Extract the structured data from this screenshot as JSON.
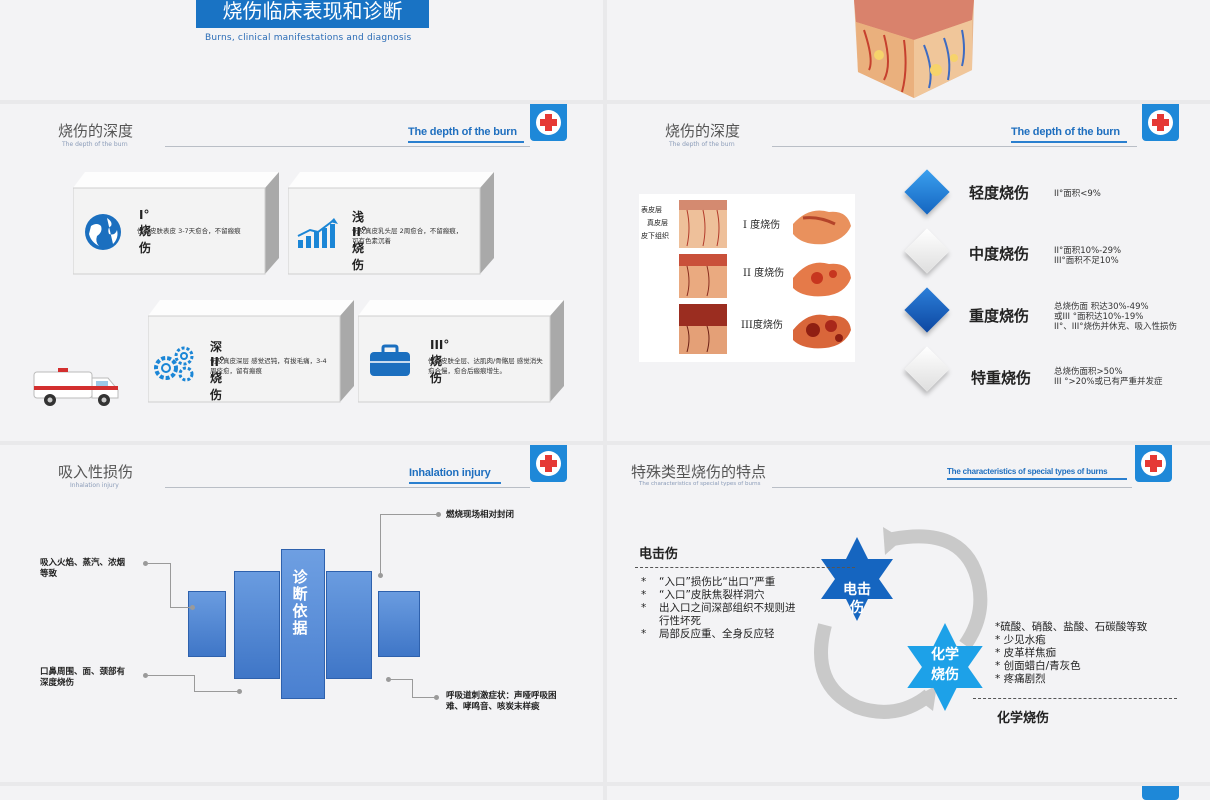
{
  "slide0": {
    "title": "烧伤临床表现和诊断",
    "subtitle": "Burns, clinical manifestations and diagnosis"
  },
  "slide2": {
    "title": "烧伤的深度",
    "subtitle": "The depth of the burn",
    "title_en": "The depth of the burn",
    "boxes": [
      {
        "title": "I°烧伤",
        "desc": "伤及皮肤表皮    3-7天愈合，不留瘢痕",
        "icon": "globe-icon"
      },
      {
        "title": "浅II°烧伤",
        "desc": "伤及真皮乳头层    2周愈合，不留瘢痕，可有色素沉着",
        "icon": "growth-chart-icon"
      },
      {
        "title": "深II°烧伤",
        "desc": "伤及真皮深层    感觉迟钝，有拔毛痛，3-4周痊愈，留有瘢痕",
        "icon": "gears-icon"
      },
      {
        "title": "III°烧伤",
        "desc": "伤及皮肤全层、达肌肉/骨骼层 感觉消失 愈合慢，愈合后瘢痕增生。",
        "icon": "briefcase-icon"
      }
    ]
  },
  "slide3": {
    "title": "烧伤的深度",
    "subtitle": "The depth of the burn",
    "title_en": "The depth of the burn",
    "layers": [
      "表皮层",
      "真皮层",
      "皮下组织"
    ],
    "degrees": [
      "I 度烧伤",
      "II 度烧伤",
      "III度烧伤"
    ],
    "levels": [
      {
        "name": "轻度烧伤",
        "desc": [
          "II°面积<9%"
        ],
        "color": "#1e88d8"
      },
      {
        "name": "中度烧伤",
        "desc": [
          "II°面积10%-29%",
          "III°面积不足10%"
        ],
        "color": "#ffffff"
      },
      {
        "name": "重度烧伤",
        "desc": [
          "总烧伤面 积达30%-49%",
          "或III °面积达10%-19%",
          "II°、III°烧伤并休克、吸入性损伤"
        ],
        "color": "#1565c0"
      },
      {
        "name": "特重烧伤",
        "desc": [
          "总烧伤面积>50%",
          "III °>20%或已有严重并发症"
        ],
        "color": "#ffffff"
      }
    ]
  },
  "slide4": {
    "title": "吸入性损伤",
    "subtitle": "Inhalation injury",
    "title_en": "Inhalation injury",
    "center": "诊断依据",
    "notes": [
      [
        "吸入火焰、蒸汽、浓烟",
        "等致"
      ],
      [
        "口鼻周围、面、颈部有",
        "深度烧伤"
      ],
      [
        "燃烧现场相对封闭"
      ],
      [
        "呼吸道刺激症状：声哑呼吸困",
        "难、哮鸣音、咳炭末样痰"
      ]
    ]
  },
  "slide5": {
    "title": "特殊类型烧伤的特点",
    "subtitle": "The characteristics of special types of burns",
    "title_en": "The characteristics of special types of burns",
    "electric": {
      "heading": "电击伤",
      "star": "电击伤",
      "items": [
        [
          "*",
          "“入口”损伤比“出口”严重"
        ],
        [
          "*",
          "“入口”皮肤焦裂样洞穴"
        ],
        [
          "*",
          "出入口之间深部组织不规则进行性坏死"
        ],
        [
          "*",
          "局部反应重、全身反应轻"
        ]
      ]
    },
    "chemical": {
      "heading": "化学烧伤",
      "star": "化学烧伤",
      "items": [
        "*硫酸、硝酸、盐酸、石碳酸等致",
        "* 少见水疱",
        "* 皮革样焦痂",
        "* 创面蜡白/青灰色",
        "* 疼痛剧烈"
      ]
    }
  }
}
